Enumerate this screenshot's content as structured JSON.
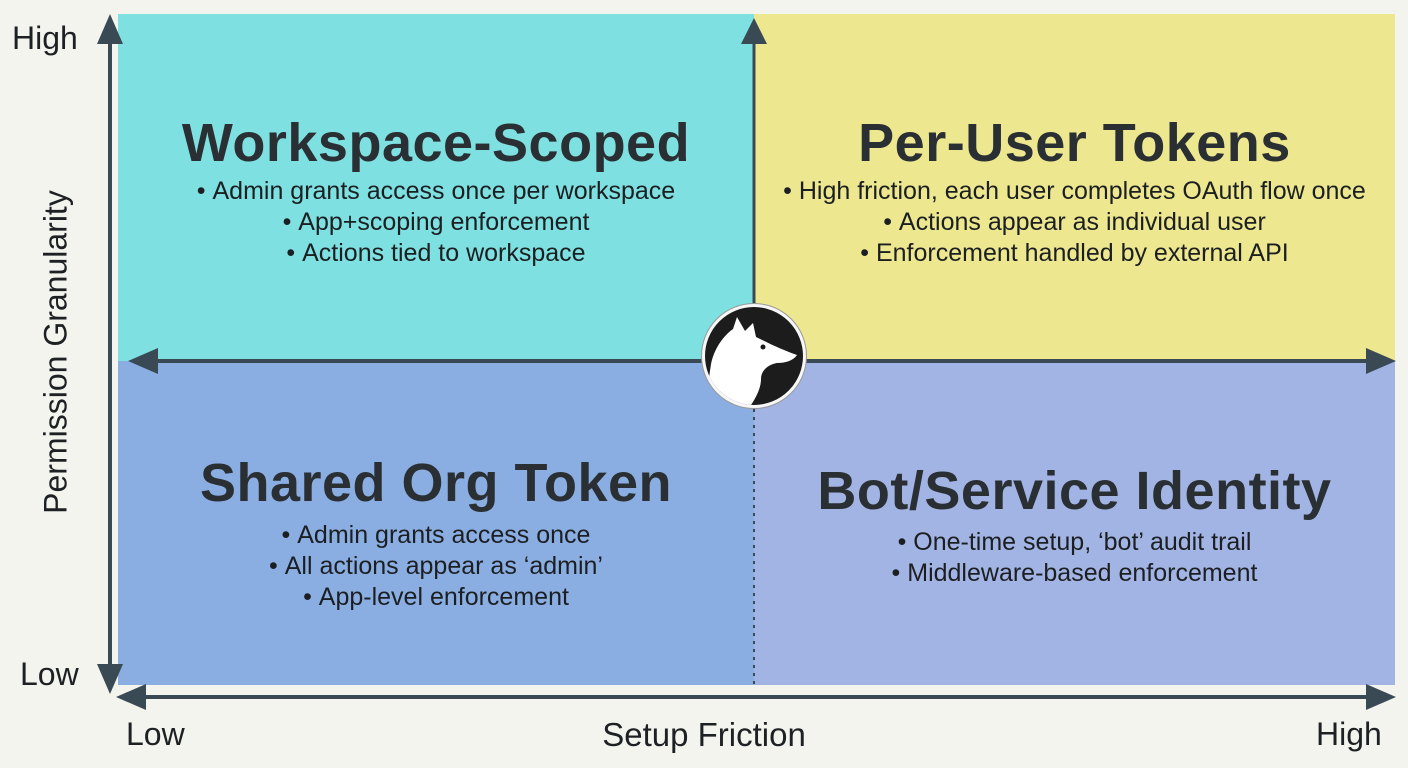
{
  "axes": {
    "x_title": "Setup Friction",
    "x_low": "Low",
    "x_high": "High",
    "y_title": "Permission Granularity",
    "y_low": "Low",
    "y_high": "High"
  },
  "quadrants": {
    "top_left": {
      "title": "Workspace-Scoped",
      "bullets": [
        "Admin grants access once per workspace",
        "App+scoping enforcement",
        "Actions tied to workspace"
      ]
    },
    "top_right": {
      "title": "Per-User Tokens",
      "bullets": [
        "High friction, each user completes OAuth flow once",
        "Actions appear as individual user",
        "Enforcement handled by external API"
      ]
    },
    "bottom_left": {
      "title": "Shared Org Token",
      "bullets": [
        "Admin grants access once",
        "All actions appear as ‘admin’",
        "App-level enforcement"
      ]
    },
    "bottom_right": {
      "title": "Bot/Service Identity",
      "bullets": [
        "One-time setup, ‘bot’ audit trail",
        "Middleware-based enforcement"
      ]
    }
  },
  "center_logo": {
    "icon": "wolf-head-icon"
  },
  "colors": {
    "top_left": "#7ee0e0",
    "top_right": "#ede78f",
    "bottom_left": "#8aaee2",
    "bottom_right": "#a2b4e4",
    "axis": "#3a4a55"
  }
}
